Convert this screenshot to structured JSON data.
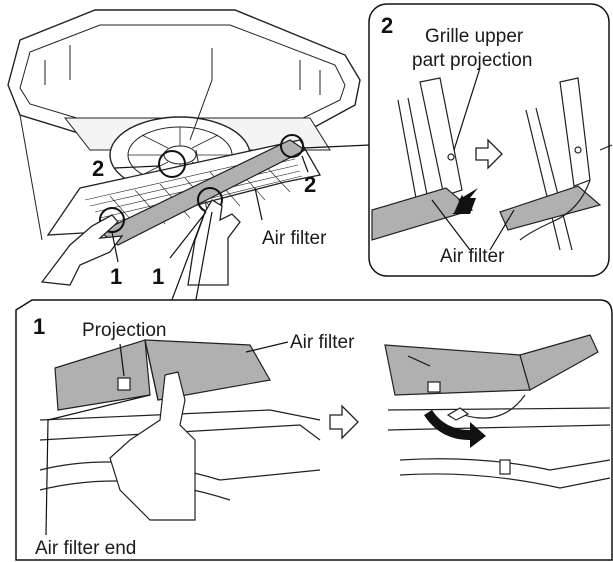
{
  "main": {
    "callout_2_left": "2",
    "callout_2_right": "2",
    "callout_1_left": "1",
    "callout_1_right": "1",
    "air_filter": "Air filter"
  },
  "inset2": {
    "number": "2",
    "title_line1": "Grille upper",
    "title_line2": "part projection",
    "air_filter": "Air filter"
  },
  "inset1": {
    "number": "1",
    "projection": "Projection",
    "air_filter": "Air filter",
    "air_filter_end": "Air filter end"
  }
}
